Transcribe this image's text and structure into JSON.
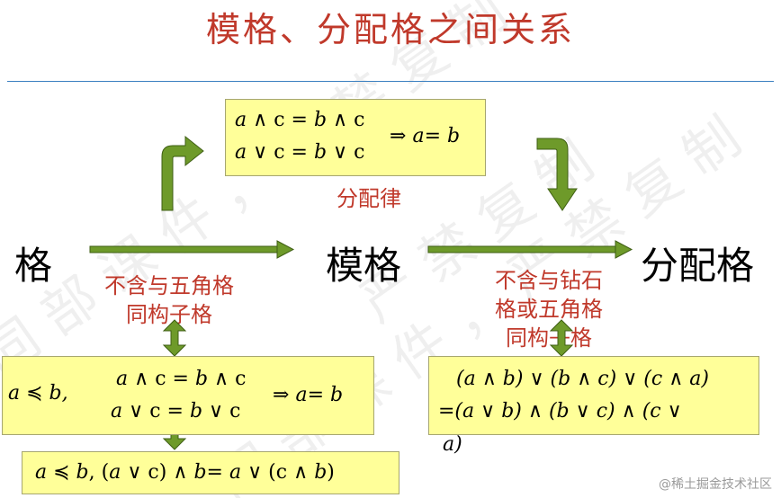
{
  "title": "模格、分配格之间关系",
  "nodes": {
    "lattice": "格",
    "modular": "模格",
    "distributive": "分配格"
  },
  "top_box": {
    "line1_a": "a",
    "line1_op1": " ∧ c = ",
    "line1_b": "b",
    "line1_op2": " ∧ c",
    "line2_a": "a",
    "line2_op1": " ∨ c = ",
    "line2_b": "b",
    "line2_op2": " ∨ c",
    "implies": "⇒ ",
    "res_a": "a",
    "res_eq": "= ",
    "res_b": "b"
  },
  "labels": {
    "distributive_law": "分配律",
    "cond_left_1": "不含与五角格",
    "cond_left_2": "同构子格",
    "cond_right_1": "不含与钻石",
    "cond_right_2": "格或五角格",
    "cond_right_3": "同构子格"
  },
  "left_box": {
    "pre_a": "a",
    "pre_leq": " ≼ ",
    "pre_b": "b,",
    "line1_a": "a",
    "line1_op1": " ∧ c = ",
    "line1_b": "b",
    "line1_op2": " ∧ c",
    "line2_a": "a",
    "line2_op1": " ∨ c = ",
    "line2_b": "b",
    "line2_op2": " ∨ c",
    "implies": "⇒ ",
    "res_a": "a",
    "res_eq": "= ",
    "res_b": "b"
  },
  "bottom_box": {
    "a": "a",
    "leq": " ≼ ",
    "b": "b",
    "rest1": ", (",
    "a2": "a",
    "rest2": " ∨ c) ∧ ",
    "b2": "b",
    "rest3": "= ",
    "a3": "a",
    "rest4": " ∨ (c ∧ ",
    "b3": "b",
    "rest5": ")"
  },
  "right_box": {
    "line1": "(a ∧ b) ∨ (b ∧ c) ∨ (c ∧ a)",
    "line2": "=(a ∨ b) ∧  (b ∨ c) ∧ (c ∨",
    "line3": "a)"
  },
  "watermark": "@稀土掘金技术社区",
  "colors": {
    "title": "#c0392b",
    "box_fill": "#ffff99",
    "arrow_green": "#6e9a2a",
    "rule_blue": "#3a7fc0"
  }
}
